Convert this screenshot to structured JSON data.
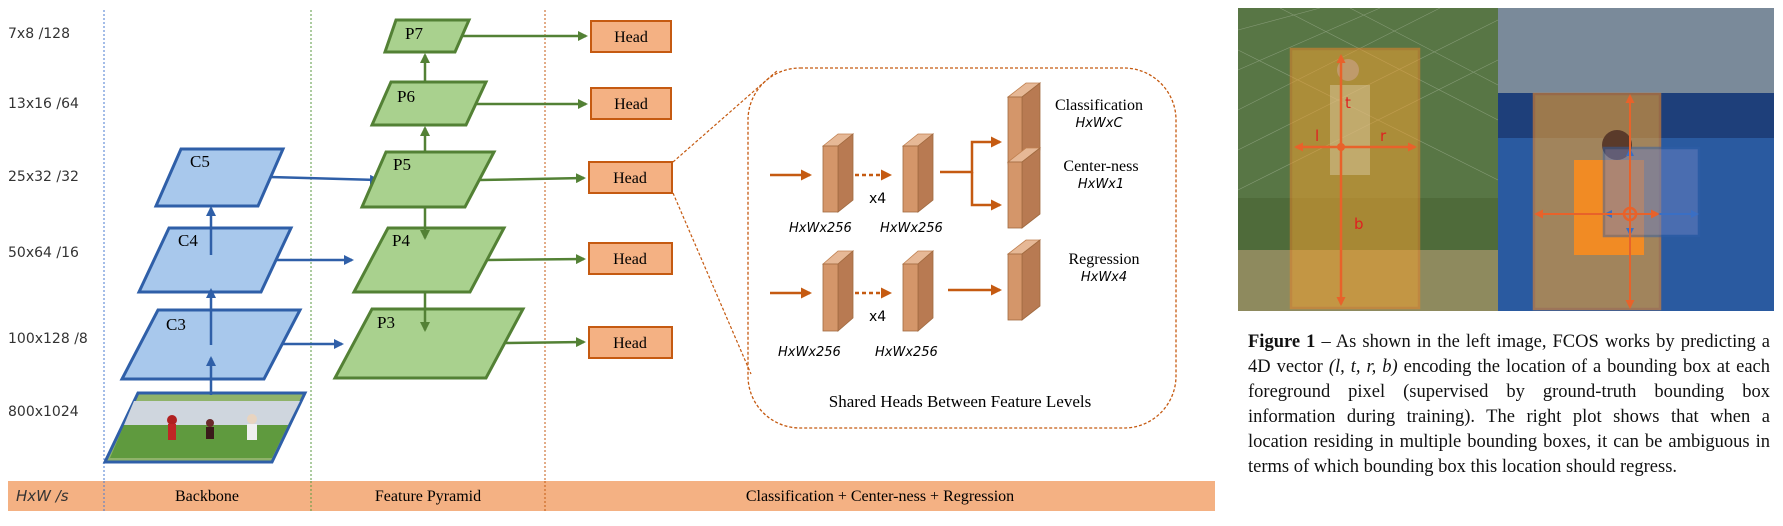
{
  "resolutions": [
    {
      "size": "7x8",
      "stride": "/128"
    },
    {
      "size": "13x16",
      "stride": "/64"
    },
    {
      "size": "25x32",
      "stride": "/32"
    },
    {
      "size": "50x64",
      "stride": "/16"
    },
    {
      "size": "100x128",
      "stride": "/8"
    },
    {
      "size": "800x1024",
      "stride": ""
    }
  ],
  "backbone": {
    "levels": [
      "C3",
      "C4",
      "C5"
    ]
  },
  "pyramid": {
    "levels": [
      "P3",
      "P4",
      "P5",
      "P6",
      "P7"
    ]
  },
  "head_label": "Head",
  "shared_head": {
    "branch1_dims": [
      "HxWx256",
      "HxWx256"
    ],
    "branch2_dims": [
      "HxWx256",
      "HxWx256"
    ],
    "repeat": "x4",
    "outputs": [
      {
        "name": "Classification",
        "dims": "HxWxC"
      },
      {
        "name": "Center-ness",
        "dims": "HxWx1"
      },
      {
        "name": "Regression",
        "dims": "HxWx4"
      }
    ],
    "caption": "Shared Heads Between Feature Levels"
  },
  "bottom_bar": {
    "hws": "HxW /s",
    "backbone": "Backbone",
    "pyramid": "Feature Pyramid",
    "heads": "Classification + Center-ness + Regression"
  },
  "photo_labels": {
    "t": "t",
    "l": "l",
    "r": "r",
    "b": "b"
  },
  "colors": {
    "backbone_fill": "#a8c8ec",
    "backbone_stroke": "#2f5fa8",
    "pyramid_fill": "#a9d18e",
    "pyramid_stroke": "#538135",
    "head_fill": "#f4b183",
    "head_stroke": "#c55a11",
    "bar_fill": "#f4b183"
  },
  "figure_caption": {
    "label": "Figure 1",
    "text_before": " – As shown in the left image, FCOS works by predicting a 4D vector ",
    "vector": "(l, t, r, b)",
    "text_after": " encoding the location of a bounding box at each foreground pixel (supervised by ground-truth bounding box information during training). The right plot shows that when a location residing in multiple bounding boxes, it can be ambiguous in terms of which bounding box this location should regress."
  }
}
